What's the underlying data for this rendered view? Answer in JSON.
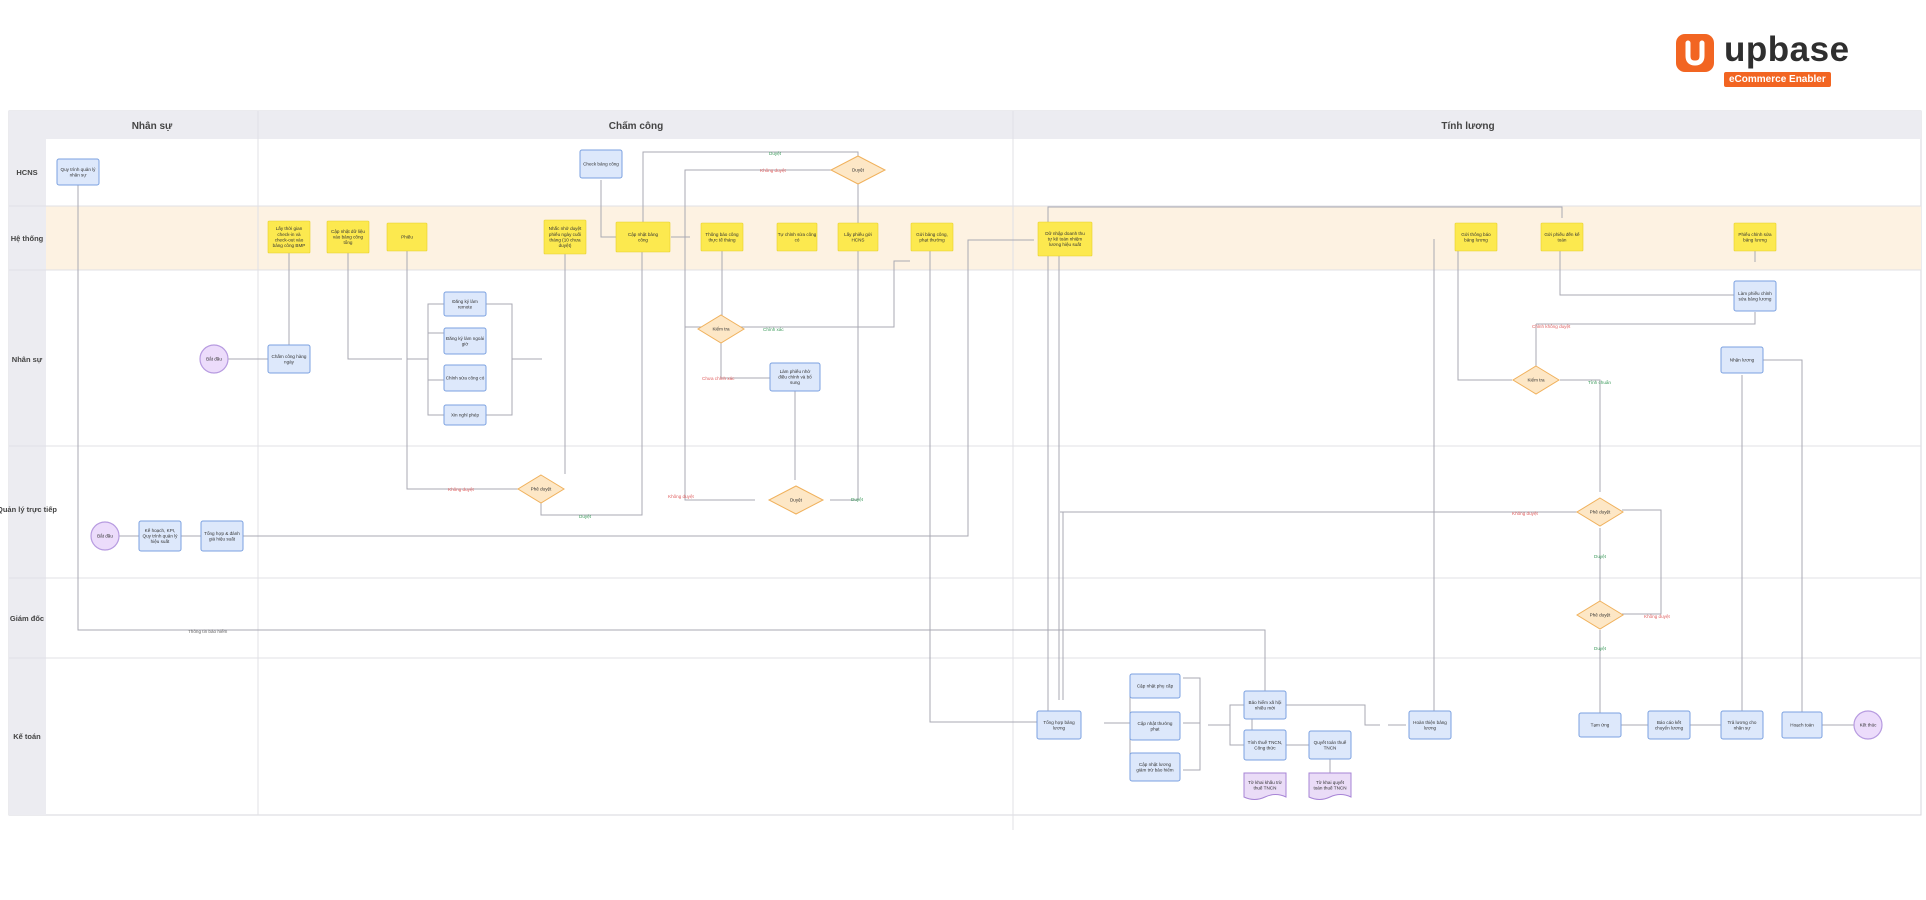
{
  "logo": {
    "word": "upbase",
    "tagline": "eCommerce Enabler",
    "brand_color": "#f26522"
  },
  "colors": {
    "process": "#dde8fb",
    "process_border": "#7ba1e0",
    "system": "#fce94f",
    "decision": "#fde7c6",
    "approve": "#3a9a5a",
    "reject": "#e06060",
    "event": "#ecdcfb"
  },
  "phases": [
    "Nhân sự",
    "Chấm công",
    "Tính lương"
  ],
  "lanes": [
    "HCNS",
    "Hệ thống",
    "Nhân sự",
    "Quản lý trực tiếp",
    "Giám đốc",
    "Kế toán"
  ],
  "nodes": {
    "hc_quytrinh": "Quy trình quản lý nhân sự",
    "hc_check": "Check bảng công",
    "dec_duyet_top": "Duyệt",
    "ht_laythoi": "Lấy thời gian check-in và check-out vào bảng công BMP",
    "ht_capnhat_dl": "Cập nhật dữ liệu vào bảng công tổng",
    "ht_phieu": "Phiếu",
    "ht_nhat_ca": "Nhắc nhở duyệt phiếu ngày cuối tháng (10 chưa duyệt)",
    "ht_capnhat_bc": "Cập nhật bảng công",
    "ht_thongbao_bc": "Thông báo công thực tế tháng",
    "ht_tunhuan": "Tự chỉnh sửa công có",
    "ht_laypheu": "Lấy phiếu gửi HCNS",
    "ht_goibc": "Gửi bảng công, phạt thưởng",
    "ht_dieu_chinh": "Dữ nhập doanh thu tự kê toán nhiệm lương hiệu suất",
    "ht_gui_tb": "Gửi thông báo bảng lương",
    "ht_gui_phieu": "Gửi phiếu đến kế toán",
    "ht_phieu_chinh": "Phiếu chỉnh sửa bảng lương",
    "ns_bat_dau": "Bắt đầu",
    "ns_cham_cong": "Chấm công hàng ngày",
    "ns_dk_remote": "Đăng ký làm remote",
    "ns_dk_ngoai_gio": "Đăng ký làm ngoài giờ",
    "ns_chinh_cong": "Chỉnh sửa công có",
    "ns_xin_nghi": "Xin nghỉ phép",
    "ns_kiem_tra": "Kiểm tra",
    "ns_lam_phieu": "Làm phiếu nhờ điều chỉnh và bổ sung",
    "ns_lam_phieu_bl": "Làm phiếu chỉnh sửa bảng lương",
    "ns_kiem_tra2": "Kiểm tra",
    "ns_nhan_luong": "Nhận lương",
    "ql_bat_dau": "Bắt đầu",
    "ql_ke_hoach": "Kế hoạch, KPI, Quy trình quản lý hiệu suất",
    "ql_tong_hop": "Tổng hợp & đánh giá hiệu suất",
    "ql_phe_duyet": "Phê duyệt",
    "ql_duyet": "Duyệt",
    "ql_phe_duyet2": "Phê duyệt",
    "gd_phe_duyet": "Phê duyệt",
    "kt_tong_hop": "Tổng hợp bảng lương",
    "kt_capnhat_pc": "Cập nhật phụ cấp",
    "kt_capnhat_tp": "Cập nhật thưởng phạt",
    "kt_capnhat_bh": "Cập nhật lương giảm trừ bảo hiểm",
    "kt_bao_hiem": "Bảo hiểm xã hội nhiều mới",
    "kt_tinh_thue": "Tính thuế TNCN, Công thức",
    "kt_quyet_toan": "Quyết toán thuế TNCN",
    "kt_to_khai1": "Tờ khai khấu trừ thuế TNCN",
    "kt_to_khai2": "Tờ khai quyết toán thuế TNCN",
    "kt_hoan_thien": "Hoàn thiện bảng lương",
    "kt_tam_ung": "Tạm ứng",
    "kt_bao_cao": "Báo cáo kết chuyển lương",
    "kt_tra_luong": "Trả lương cho nhân sự",
    "kt_hoach_toan": "Hoạch toán",
    "kt_ket_thuc": "Kết thúc"
  },
  "edge_labels": {
    "duyet": "Duyệt",
    "khong_duyet": "Không duyệt",
    "chinh_xac": "Chính xác",
    "khong_chinh_xac": "Chưa chính xác",
    "tinh_chinh_xac": "Tính chuẩn",
    "khong_chinh_duyet": "Chỉnh không duyệt",
    "thong_tin": "Thông tin bảo hiểm"
  }
}
